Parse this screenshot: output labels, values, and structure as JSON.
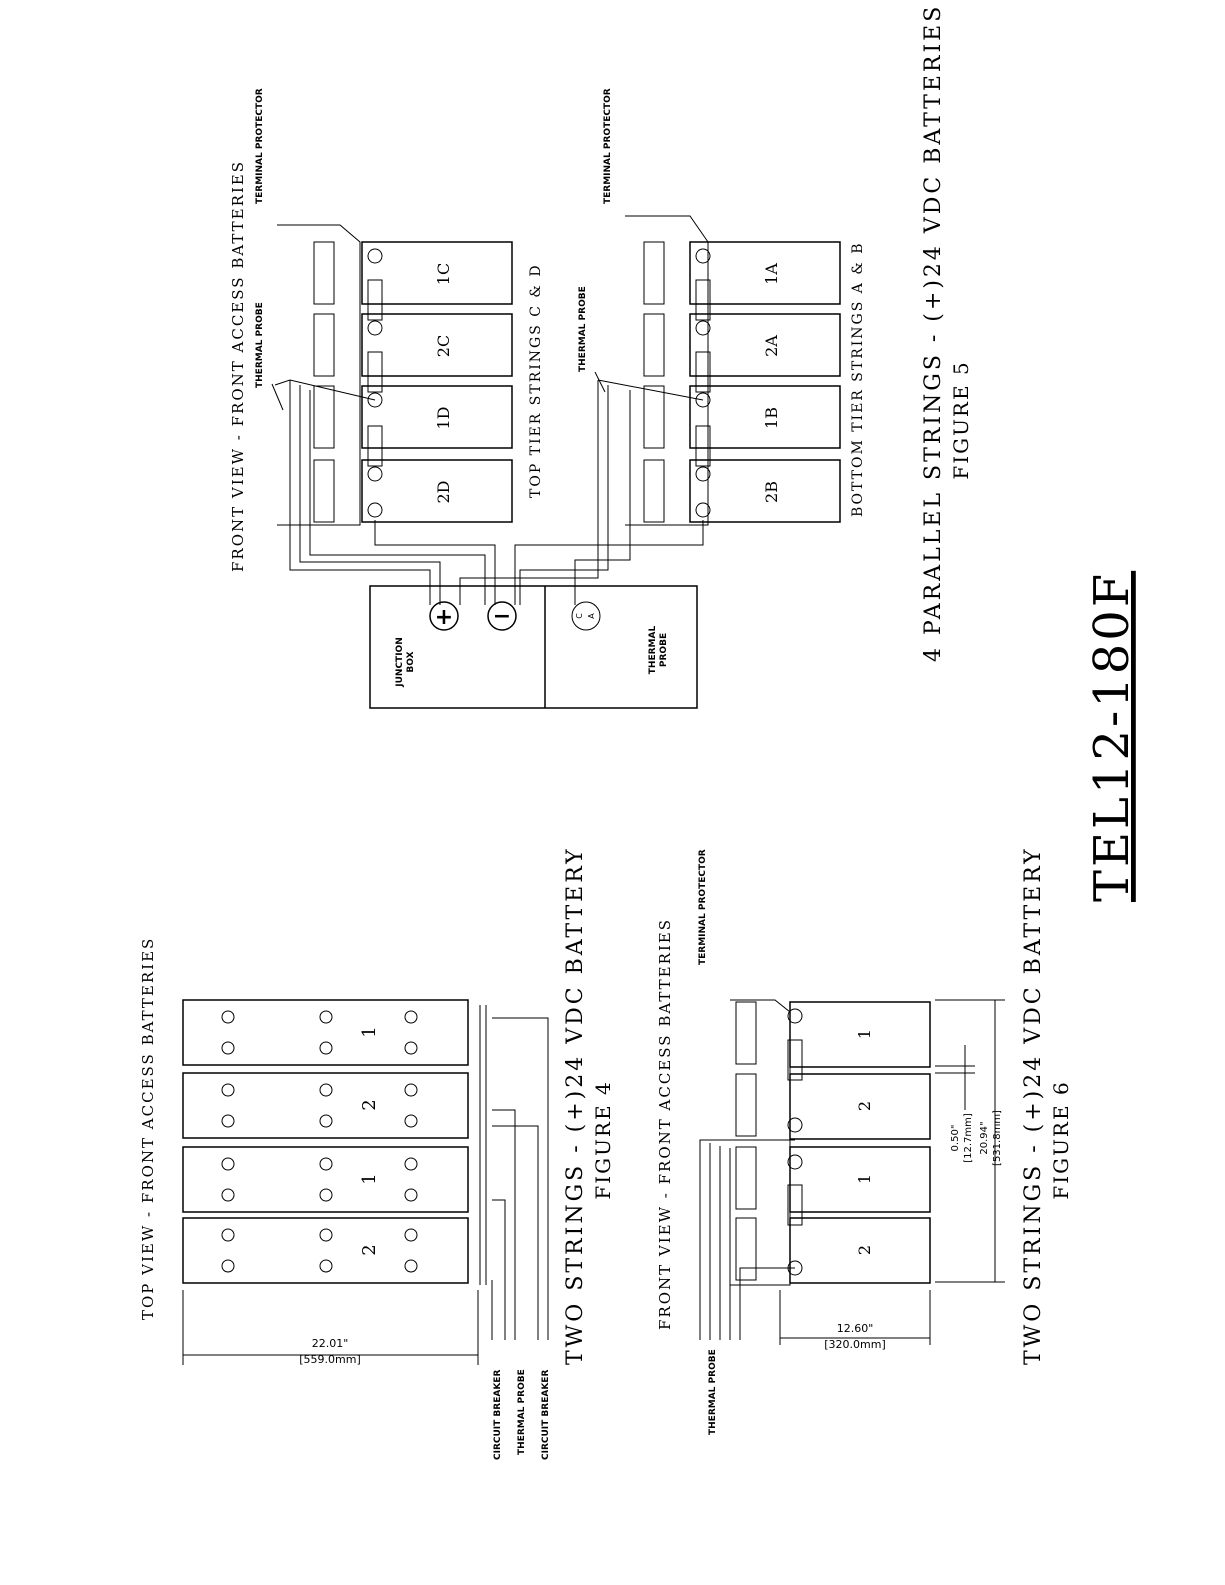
{
  "part_number": "TEL12-180F",
  "fig5": {
    "title": "FRONT VIEW - FRONT ACCESS BATTERIES",
    "terminal_protector_1": "TERMINAL PROTECTOR",
    "terminal_protector_2": "TERMINAL PROTECTOR",
    "thermal_probe_1": "THERMAL PROBE",
    "thermal_probe_2": "THERMAL PROBE",
    "top_tier": "TOP TIER STRINGS C & D",
    "bottom_tier": "BOTTOM TIER STRINGS A & B",
    "top_batteries": [
      "1C",
      "2C",
      "1D",
      "2D"
    ],
    "bottom_batteries": [
      "1A",
      "2A",
      "1B",
      "2B"
    ],
    "junction_box": [
      "JUNCTION",
      "BOX"
    ],
    "thermal_probe_box": [
      "THERMAL",
      "PROBE"
    ],
    "plus": "+",
    "minus": "−",
    "probe_c": "C",
    "probe_a": "A",
    "caption": "4 PARALLEL STRINGS - (+)24 VDC BATTERIES",
    "figure": "FIGURE 5"
  },
  "fig4": {
    "title": "TOP VIEW - FRONT ACCESS BATTERIES",
    "batteries": [
      "1",
      "2",
      "1",
      "2"
    ],
    "width_in": "22.01\"",
    "width_mm": "[559.0mm]",
    "leads": [
      "CIRCUIT BREAKER",
      "THERMAL PROBE",
      "CIRCUIT BREAKER"
    ],
    "caption": "TWO STRINGS - (+)24 VDC BATTERY",
    "figure": "FIGURE 4"
  },
  "fig6": {
    "title": "FRONT VIEW - FRONT ACCESS BATTERIES",
    "terminal_protector": "TERMINAL PROTECTOR",
    "batteries": [
      "1",
      "2",
      "1",
      "2"
    ],
    "dim_gap_in": "0.50\"",
    "dim_gap_mm": "[12.7mm]",
    "dim_len_in": "20.94\"",
    "dim_len_mm": "[531.8mm]",
    "depth_in": "12.60\"",
    "depth_mm": "[320.0mm]",
    "leads": [
      "THERMAL PROBE"
    ],
    "caption": "TWO STRINGS - (+)24 VDC BATTERY",
    "figure": "FIGURE 6"
  }
}
